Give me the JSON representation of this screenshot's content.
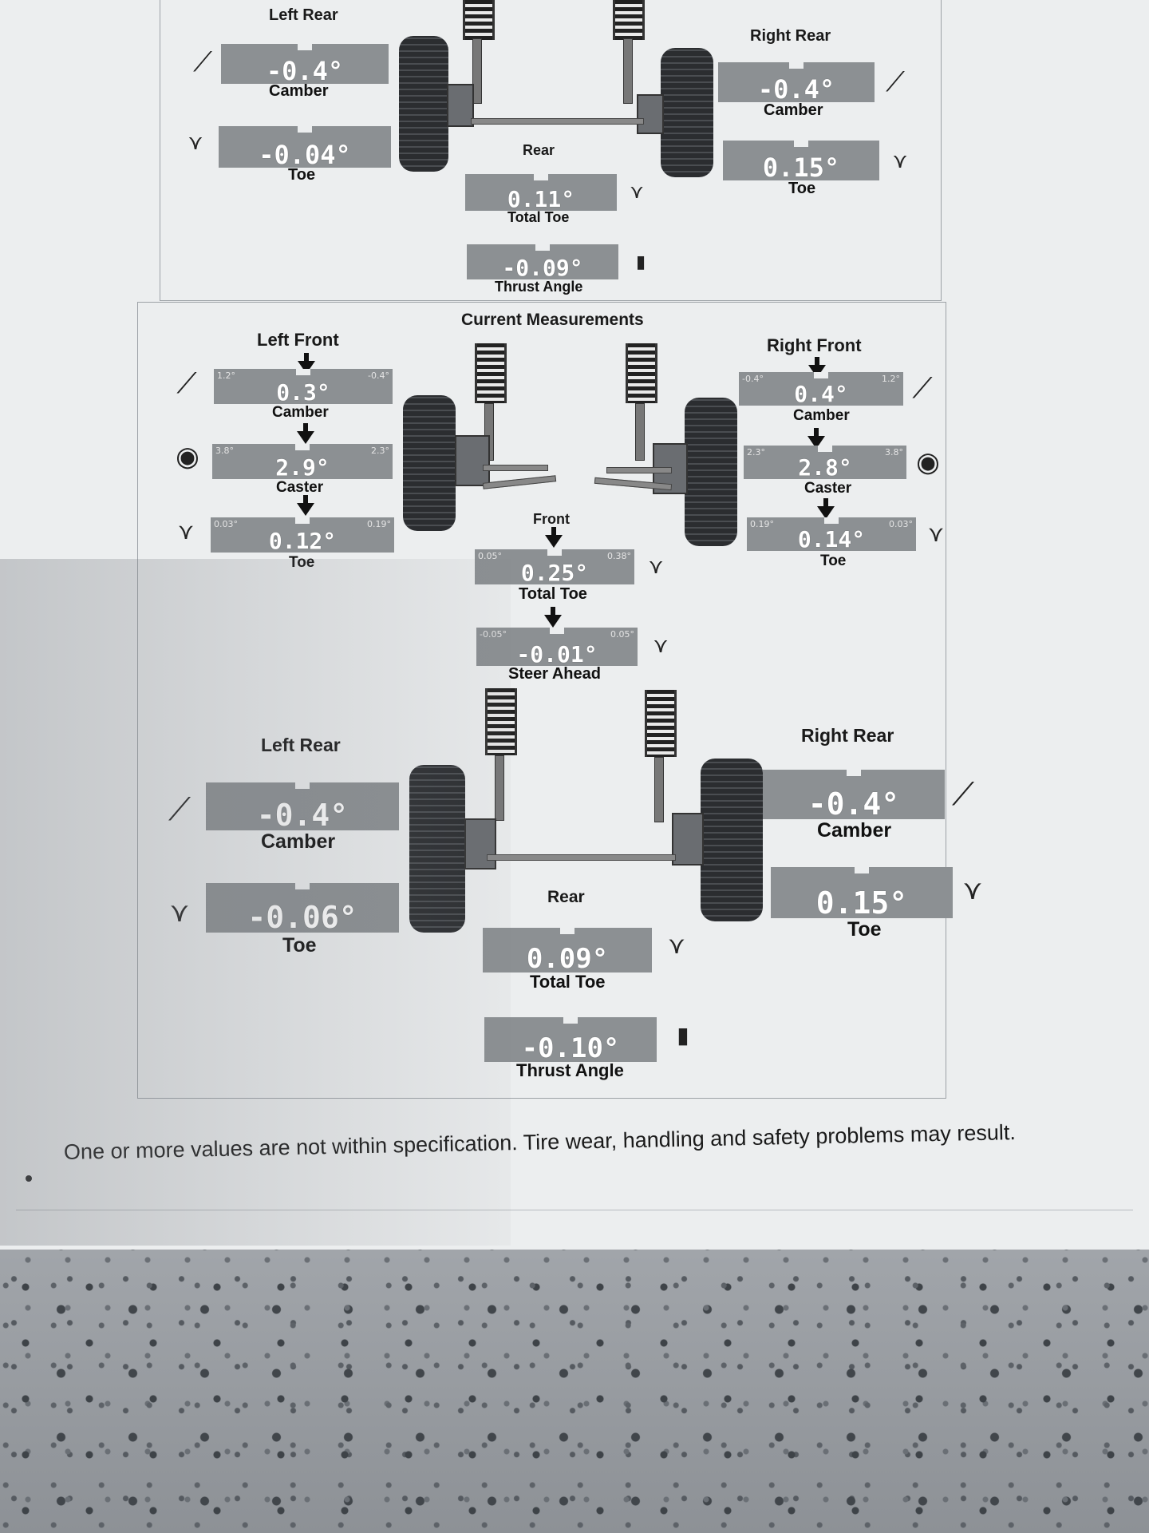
{
  "top_panel": {
    "left_rear_title": "Left Rear",
    "right_rear_title": "Right Rear",
    "rear_label": "Rear",
    "left_camber": {
      "value": "-0.4°",
      "label": "Camber"
    },
    "left_toe": {
      "value": "-0.04°",
      "label": "Toe"
    },
    "right_camber": {
      "value": "-0.4°",
      "label": "Camber"
    },
    "right_toe": {
      "value": "0.15°",
      "label": "Toe"
    },
    "total_toe": {
      "value": "0.11°",
      "label": "Total Toe"
    },
    "thrust_angle": {
      "value": "-0.09°",
      "label": "Thrust Angle"
    }
  },
  "current": {
    "title": "Current Measurements",
    "left_front_title": "Left Front",
    "right_front_title": "Right Front",
    "front_label": "Front",
    "left_front": {
      "camber": {
        "value": "0.3°",
        "label": "Camber",
        "min": "1.2°",
        "max": "-0.4°"
      },
      "caster": {
        "value": "2.9°",
        "label": "Caster",
        "min": "3.8°",
        "max": "2.3°"
      },
      "toe": {
        "value": "0.12°",
        "label": "Toe",
        "min": "0.03°",
        "max": "0.19°"
      }
    },
    "right_front": {
      "camber": {
        "value": "0.4°",
        "label": "Camber",
        "min": "-0.4°",
        "max": "1.2°"
      },
      "caster": {
        "value": "2.8°",
        "label": "Caster",
        "min": "2.3°",
        "max": "3.8°"
      },
      "toe": {
        "value": "0.14°",
        "label": "Toe",
        "min": "0.19°",
        "max": "0.03°"
      }
    },
    "front_total_toe": {
      "value": "0.25°",
      "label": "Total Toe",
      "min": "0.05°",
      "max": "0.38°"
    },
    "steer_ahead": {
      "value": "-0.01°",
      "label": "Steer Ahead",
      "min": "-0.05°",
      "max": "0.05°"
    },
    "left_rear_title": "Left Rear",
    "right_rear_title": "Right Rear",
    "rear_label": "Rear",
    "left_rear": {
      "camber": {
        "value": "-0.4°",
        "label": "Camber"
      },
      "toe": {
        "value": "-0.06°",
        "label": "Toe"
      }
    },
    "right_rear": {
      "camber": {
        "value": "-0.4°",
        "label": "Camber"
      },
      "toe": {
        "value": "0.15°",
        "label": "Toe"
      }
    },
    "rear_total_toe": {
      "value": "0.09°",
      "label": "Total Toe"
    },
    "thrust_angle": {
      "value": "-0.10°",
      "label": "Thrust Angle"
    }
  },
  "footer": {
    "note": "One or more values are not within specification.  Tire wear, handling and safety problems may result."
  }
}
